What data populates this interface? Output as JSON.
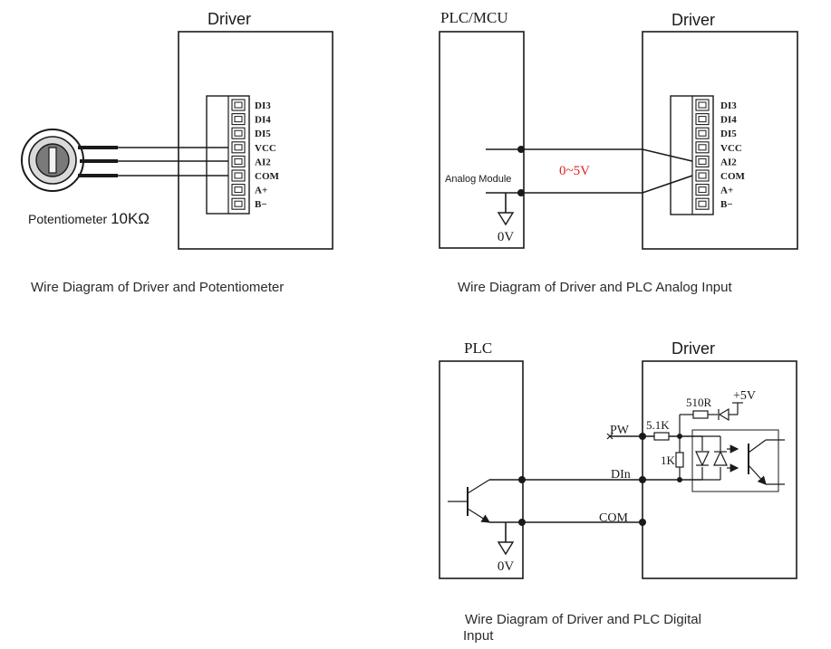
{
  "diagram1": {
    "driver_title": "Driver",
    "terminals": [
      "DI3",
      "DI4",
      "DI5",
      "VCC",
      "AI2",
      "COM",
      "A+",
      "B−"
    ],
    "potentiometer_prefix": "Potentiometer ",
    "potentiometer_value": "10KΩ",
    "caption": "Wire Diagram of Driver and Potentiometer"
  },
  "diagram2": {
    "plc_title": "PLC/MCU",
    "driver_title": "Driver",
    "terminals": [
      "DI3",
      "DI4",
      "DI5",
      "VCC",
      "AI2",
      "COM",
      "A+",
      "B−"
    ],
    "analog_module": "Analog Module",
    "voltage_range": "0~5V",
    "ground": "0V",
    "caption": "Wire Diagram of Driver and PLC Analog Input",
    "colors": {
      "voltage_range": "#e02020"
    }
  },
  "diagram3": {
    "plc_title": "PLC",
    "driver_title": "Driver",
    "plus5v": "+5V",
    "r510": "510R",
    "r51k": "5.1K",
    "r1k": "1K",
    "pw": "PW",
    "din": "DIn",
    "com": "COM",
    "ground": "0V",
    "caption_line1": "Wire Diagram of Driver and PLC Digital",
    "caption_line2": "Input"
  }
}
